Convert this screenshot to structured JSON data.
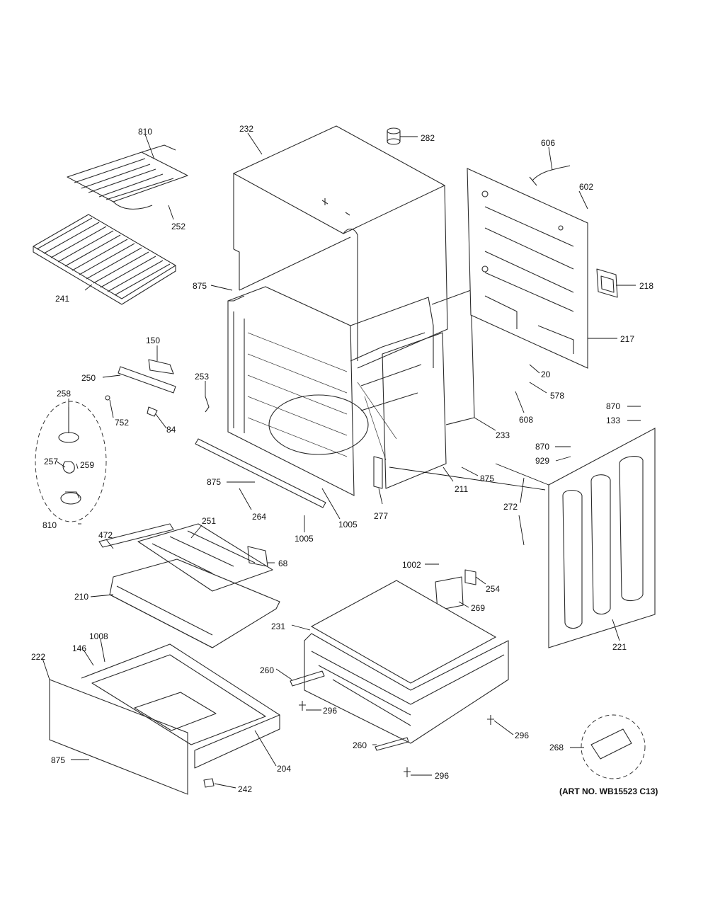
{
  "art_number": "(ART NO. WB15523 C13)",
  "callouts": [
    {
      "id": "c810a",
      "text": "810"
    },
    {
      "id": "c232",
      "text": "232"
    },
    {
      "id": "c282",
      "text": "282"
    },
    {
      "id": "c606",
      "text": "606"
    },
    {
      "id": "c602",
      "text": "602"
    },
    {
      "id": "c252",
      "text": "252"
    },
    {
      "id": "c218",
      "text": "218"
    },
    {
      "id": "c241",
      "text": "241"
    },
    {
      "id": "c875a",
      "text": "875"
    },
    {
      "id": "c217",
      "text": "217"
    },
    {
      "id": "c150",
      "text": "150"
    },
    {
      "id": "c250",
      "text": "250"
    },
    {
      "id": "c253",
      "text": "253"
    },
    {
      "id": "c20",
      "text": "20"
    },
    {
      "id": "c578",
      "text": "578"
    },
    {
      "id": "c258",
      "text": "258"
    },
    {
      "id": "c752",
      "text": "752"
    },
    {
      "id": "c84",
      "text": "84"
    },
    {
      "id": "c608",
      "text": "608"
    },
    {
      "id": "c233",
      "text": "233"
    },
    {
      "id": "c870a",
      "text": "870"
    },
    {
      "id": "c133",
      "text": "133"
    },
    {
      "id": "c257",
      "text": "257"
    },
    {
      "id": "c259",
      "text": "259"
    },
    {
      "id": "c870b",
      "text": "870"
    },
    {
      "id": "c929",
      "text": "929"
    },
    {
      "id": "c875b",
      "text": "875"
    },
    {
      "id": "c875c",
      "text": "875"
    },
    {
      "id": "c211",
      "text": "211"
    },
    {
      "id": "c272",
      "text": "272"
    },
    {
      "id": "c264",
      "text": "264"
    },
    {
      "id": "c277",
      "text": "277"
    },
    {
      "id": "c1005a",
      "text": "1005"
    },
    {
      "id": "c810b",
      "text": "810"
    },
    {
      "id": "c251",
      "text": "251"
    },
    {
      "id": "c472",
      "text": "472"
    },
    {
      "id": "c1005b",
      "text": "1005"
    },
    {
      "id": "c68",
      "text": "68"
    },
    {
      "id": "c1002",
      "text": "1002"
    },
    {
      "id": "c254",
      "text": "254"
    },
    {
      "id": "c210",
      "text": "210"
    },
    {
      "id": "c269",
      "text": "269"
    },
    {
      "id": "c231",
      "text": "231"
    },
    {
      "id": "c221",
      "text": "221"
    },
    {
      "id": "c1008",
      "text": "1008"
    },
    {
      "id": "c146",
      "text": "146"
    },
    {
      "id": "c222",
      "text": "222"
    },
    {
      "id": "c260a",
      "text": "260"
    },
    {
      "id": "c296a",
      "text": "296"
    },
    {
      "id": "c260b",
      "text": "260"
    },
    {
      "id": "c296b",
      "text": "296"
    },
    {
      "id": "c268",
      "text": "268"
    },
    {
      "id": "c875d",
      "text": "875"
    },
    {
      "id": "c204",
      "text": "204"
    },
    {
      "id": "c296c",
      "text": "296"
    },
    {
      "id": "c242",
      "text": "242"
    }
  ]
}
